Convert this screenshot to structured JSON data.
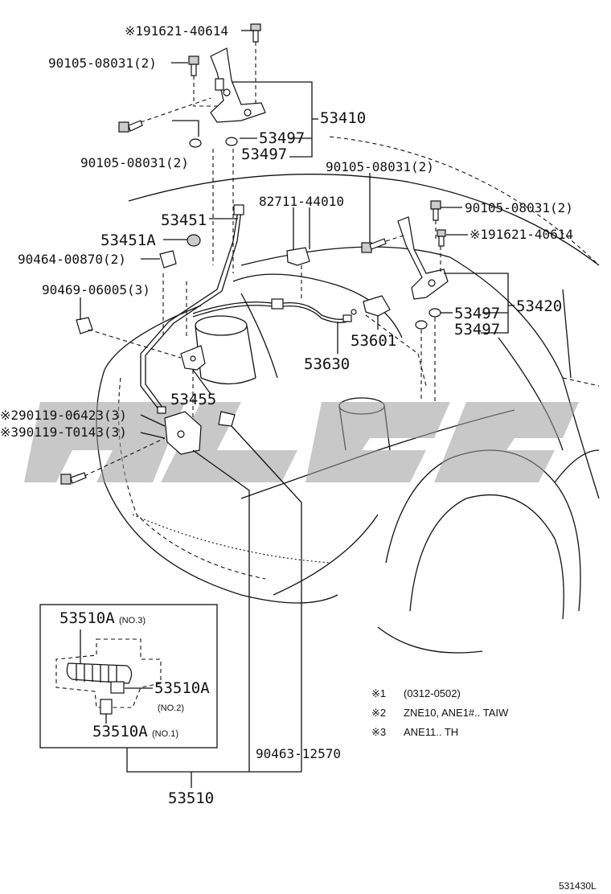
{
  "labels": {
    "bolt_a_top": "※191621-40614",
    "bolt_90105_a": "90105-08031(2)",
    "bolt_90105_b": "90105-08031(2)",
    "bolt_90105_c": "90105-08031(2)",
    "bolt_90105_d": "90105-08031(2)",
    "hinge_lh": "53410",
    "cushion_1": "53497",
    "cushion_2": "53497",
    "cushion_3": "53497",
    "cushion_4": "53497",
    "clamp_82711": "82711-44010",
    "rod_53451": "53451",
    "grommet_53451a": "53451A",
    "clip_90464": "90464-00870(2)",
    "clip_90469": "90469-06005(3)",
    "bolt_b_right": "※191621-40614",
    "hinge_rh": "53420",
    "sub_53601": "53601",
    "cable_53630": "53630",
    "lock_53455": "53455",
    "bolt_90119_a": "※290119-06423(3)",
    "bolt_90119_b": "※390119-T0143(3)",
    "spring_no3": "53510A",
    "spring_no3_tag": "(NO.3)",
    "spring_no2": "53510A",
    "spring_no2_tag": "(NO.2)",
    "spring_no1": "53510A",
    "spring_no1_tag": "(NO.1)",
    "pin_90463": "90463-12570",
    "assy_53510": "53510"
  },
  "notes": [
    {
      "mark": "※1",
      "text": "(0312-0502)"
    },
    {
      "mark": "※2",
      "text": "ZNE10, ANE1#.. TAIW"
    },
    {
      "mark": "※3",
      "text": "ANE11.. TH"
    }
  ],
  "figure_ref": "531430L"
}
